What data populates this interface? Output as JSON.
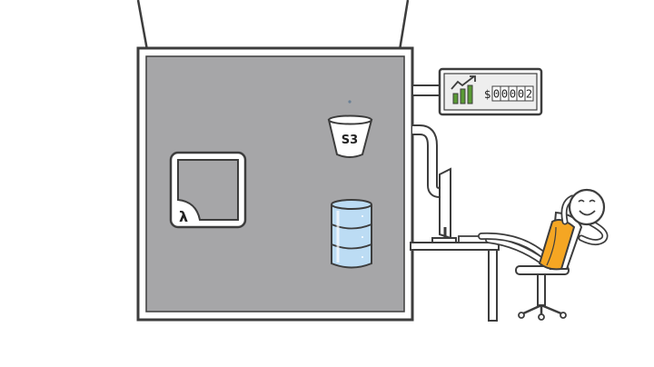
{
  "scene": {
    "bucket_label": "S3",
    "lambda_glyph": "λ",
    "billing": {
      "currency_symbol": "$",
      "digits": [
        "0",
        "0",
        "0",
        "0",
        "2"
      ]
    },
    "icons": {
      "function": "lambda-icon",
      "bucket": "s3-bucket-icon",
      "database": "database-cylinder-icon",
      "trend": "trend-up-icon",
      "bars": "bar-chart-icon",
      "monitor": "monitor-icon",
      "chair": "office-chair-icon",
      "person": "relaxed-person-icon"
    },
    "colors": {
      "room": "#a6a6a8",
      "outline": "#3d3d3d",
      "bars": "#5a9a35",
      "database": "#bcdcf4",
      "shirt": "#f5a623",
      "meter_body": "#eeeeee"
    }
  }
}
